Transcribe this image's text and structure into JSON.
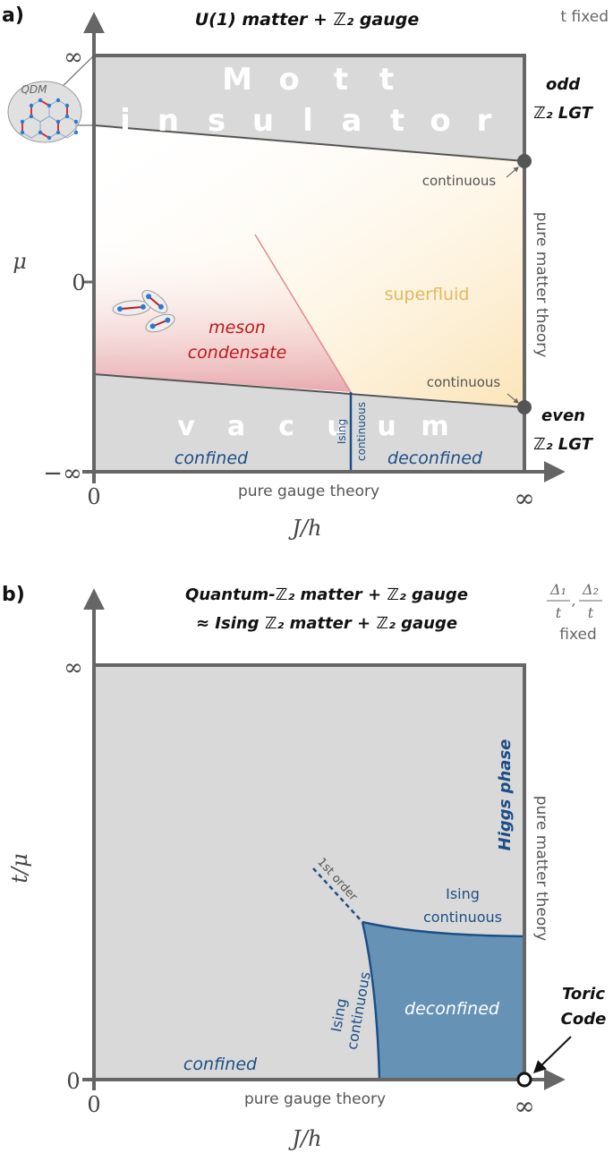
{
  "panel_a": {
    "label": "a)",
    "title": "U(1) matter + ℤ₂ gauge",
    "corner_note": "t fixed",
    "y_axis_label": "μ",
    "x_axis_label": "J/h",
    "y_ticks": {
      "top": "∞",
      "mid": "0",
      "bottom": "−∞"
    },
    "x_ticks": {
      "left": "0",
      "right": "∞"
    },
    "inset_label": "QDM",
    "mott_word_1": [
      "M",
      "o",
      "t",
      "t"
    ],
    "mott_word_2": [
      "i",
      "n",
      "s",
      "u",
      "l",
      "a",
      "t",
      "o",
      "r"
    ],
    "vacuum_letters": [
      "v",
      "a",
      "c",
      "u",
      "u",
      "m"
    ],
    "superfluid": "superfluid",
    "meson_line1": "meson",
    "meson_line2": "condensate",
    "confined": "confined",
    "deconfined": "deconfined",
    "ising_vertical_1": "Ising",
    "ising_vertical_2": "continuous",
    "continuous_top": "continuous",
    "continuous_bottom": "continuous",
    "odd_line1": "odd",
    "odd_line2": "ℤ₂ LGT",
    "even_line1": "even",
    "even_line2": "ℤ₂ LGT",
    "right_edge_label": "pure matter theory",
    "bottom_edge_label": "pure gauge theory"
  },
  "panel_b": {
    "label": "b)",
    "title_line1": "Quantum-ℤ₂ matter + ℤ₂ gauge",
    "title_line2": "≈ Ising ℤ₂ matter + ℤ₂ gauge",
    "corner_frac1_num": "Δ₁",
    "corner_frac1_den": "t",
    "corner_frac2_num": "Δ₂",
    "corner_frac2_den": "t",
    "corner_fixed": "fixed",
    "y_axis_label": "t/μ",
    "x_axis_label": "J/h",
    "y_ticks": {
      "top": "∞",
      "bottom": "0"
    },
    "x_ticks": {
      "left": "0",
      "right": "∞"
    },
    "higgs": "Higgs phase",
    "first_order": "1st order",
    "ising_top_1": "Ising",
    "ising_top_2": "continuous",
    "ising_side_1": "Ising",
    "ising_side_2": "continuous",
    "deconfined": "deconfined",
    "confined": "confined",
    "toric_1": "Toric",
    "toric_2": "Code",
    "right_edge_label": "pure matter theory",
    "bottom_edge_label": "pure gauge theory"
  },
  "colors": {
    "frame": "#666666",
    "phase_gray": "#d9d9d9",
    "blue_text": "#1d4f86",
    "blue_region": "#6693b5",
    "red_text": "#c0181b",
    "gold_text": "#e4b85e"
  }
}
